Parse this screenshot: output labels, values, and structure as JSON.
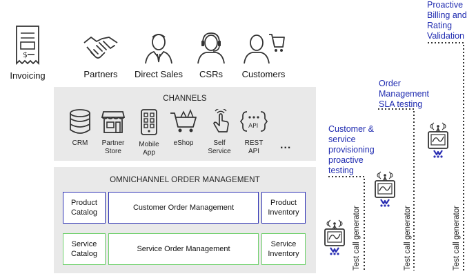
{
  "personas": [
    {
      "label": "Invoicing",
      "icon": "invoice-icon"
    },
    {
      "label": "Partners",
      "icon": "handshake-icon"
    },
    {
      "label": "Direct Sales",
      "icon": "sales-person-icon"
    },
    {
      "label": "CSRs",
      "icon": "headset-agent-icon"
    },
    {
      "label": "Customers",
      "icon": "customer-cart-icon"
    }
  ],
  "channels_panel": {
    "title": "CHANNELS",
    "items": [
      {
        "line1": "CRM",
        "line2": "",
        "icon": "database-icon"
      },
      {
        "line1": "Partner",
        "line2": "Store",
        "icon": "storefront-icon"
      },
      {
        "line1": "Mobile",
        "line2": "App",
        "icon": "mobile-app-icon"
      },
      {
        "line1": "eShop",
        "line2": "",
        "icon": "shopping-cart-icon"
      },
      {
        "line1": "Self",
        "line2": "Service",
        "icon": "touch-icon"
      },
      {
        "line1": "REST",
        "line2": "API",
        "icon": "api-icon"
      }
    ],
    "more": "...",
    "api_icon_text": "API"
  },
  "order_panel": {
    "title": "OMNICHANNEL ORDER MANAGEMENT",
    "product_catalog": [
      "Product",
      "Catalog"
    ],
    "customer_order_management": "Customer Order Management",
    "product_inventory": [
      "Product",
      "Inventory"
    ],
    "service_catalog": [
      "Service",
      "Catalog"
    ],
    "service_order_management": "Service Order Management",
    "service_inventory": [
      "Service",
      "Inventory"
    ]
  },
  "testing": {
    "customer_provisioning": [
      "Customer &",
      "service",
      "provisioning",
      "proactive",
      "testing"
    ],
    "order_sla": [
      "Order",
      "Management",
      "SLA testing"
    ],
    "billing_rating": [
      "Proactive",
      "Billing and",
      "Rating",
      "Validation"
    ],
    "generator_label": "Test call generator"
  },
  "colors": {
    "blue_text": "#1f2bb0",
    "blue_border": "#2b2fb3",
    "green_border": "#6dd06a",
    "panel_gray": "#e9e9e9"
  }
}
